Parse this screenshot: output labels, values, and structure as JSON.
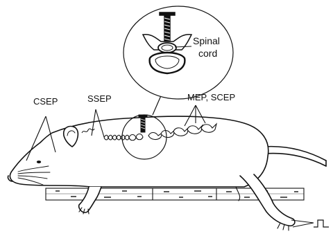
{
  "labels": {
    "csep": "CSEP",
    "ssep": "SSEP",
    "mep_scep": "MEP, SCEP",
    "spinal": "Spinal",
    "cord": "cord"
  },
  "colors": {
    "ink": "#111111",
    "paper": "#ffffff"
  },
  "icons": {
    "stimulus": "square-pulse-icon",
    "screw": "pedicle-screw-icon"
  }
}
